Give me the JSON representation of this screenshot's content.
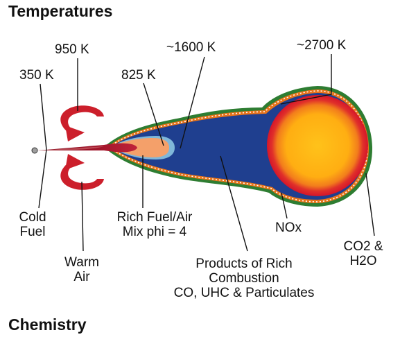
{
  "headings": {
    "top": "Temperatures",
    "bottom": "Chemistry"
  },
  "temperatures": {
    "t350": "350 K",
    "t950": "950 K",
    "t825": "825 K",
    "t1600": "~1600 K",
    "t2700": "~2700 K"
  },
  "labels": {
    "cold_fuel": [
      "Cold",
      "Fuel"
    ],
    "warm_air": [
      "Warm",
      "Air"
    ],
    "rich_mix": [
      "Rich Fuel/Air",
      "Mix phi = 4"
    ],
    "nox": "NOx",
    "co2_h2o": [
      "CO2 &",
      "H2O"
    ],
    "products": [
      "Products of Rich",
      "Combustion",
      "CO, UHC & Particulates"
    ]
  },
  "colors": {
    "flame_body": "#1f3f8f",
    "outer_edge": "#2e7d32",
    "orange_rim": "#e8741a",
    "hot_core": "#ffb300",
    "red_ring": "#d5152a",
    "jet": "#8b0000",
    "arrow_red": "#cc1f2b"
  }
}
